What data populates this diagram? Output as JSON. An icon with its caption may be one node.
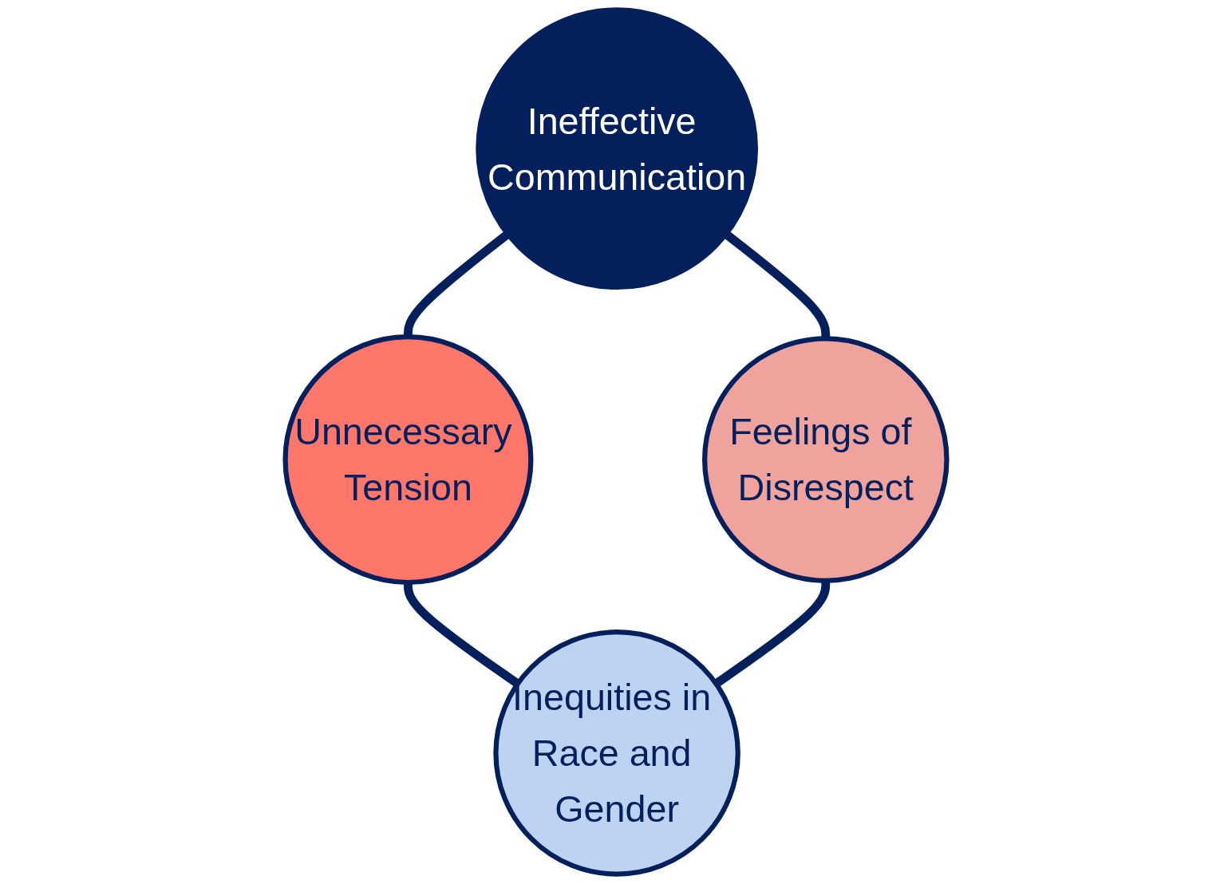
{
  "diagram": {
    "nodes": [
      {
        "text": [
          "Ineffective Communication"
        ]
      },
      {
        "text": [
          "Feelings of Disrespect"
        ]
      },
      {
        "text": [
          "Unnecessary Tension"
        ]
      },
      {
        "text": [
          "Inequities in Race and Gender"
        ]
      }
    ],
    "edges": [
      {
        "from": 0,
        "to": 2,
        "arrow": "none"
      },
      {
        "from": 2,
        "to": 3,
        "arrow": "none"
      },
      {
        "from": 1,
        "to": 3,
        "arrow": "none"
      },
      {
        "from": 0,
        "to": 1,
        "arrow": "none"
      }
    ]
  }
}
